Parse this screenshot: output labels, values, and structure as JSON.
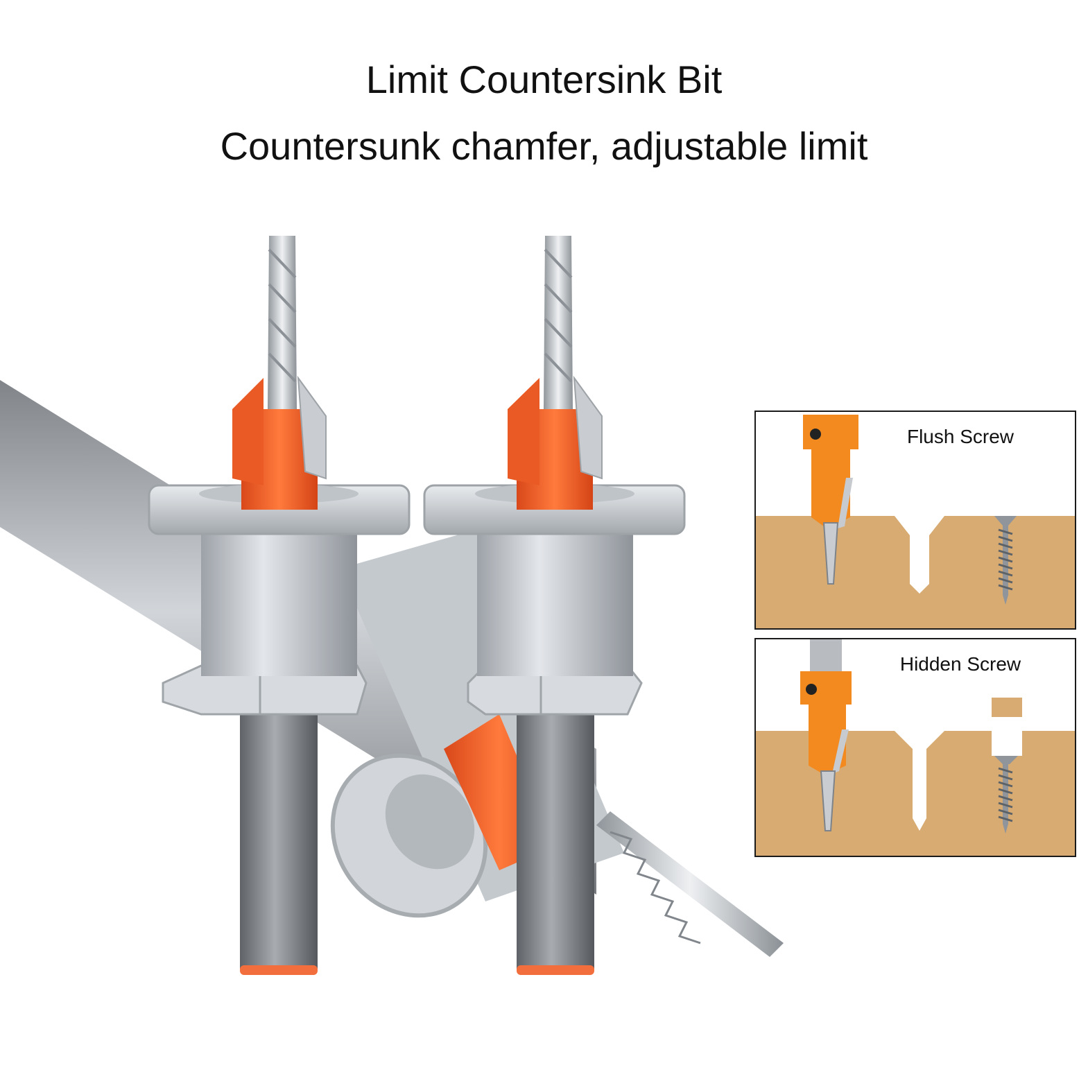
{
  "header": {
    "title": "Limit Countersink Bit",
    "subtitle": "Countersunk chamfer, adjustable limit"
  },
  "diagrams": [
    {
      "label": "Flush Screw"
    },
    {
      "label": "Hidden Screw"
    }
  ],
  "colors": {
    "accent_orange": "#f26a2e",
    "steel": "#b9bec3",
    "wood": "#d8ab73",
    "text": "#111111"
  },
  "icons": [
    "countersink-bit-icon",
    "wood-board-icon",
    "wood-screw-icon",
    "wood-plug-icon"
  ]
}
